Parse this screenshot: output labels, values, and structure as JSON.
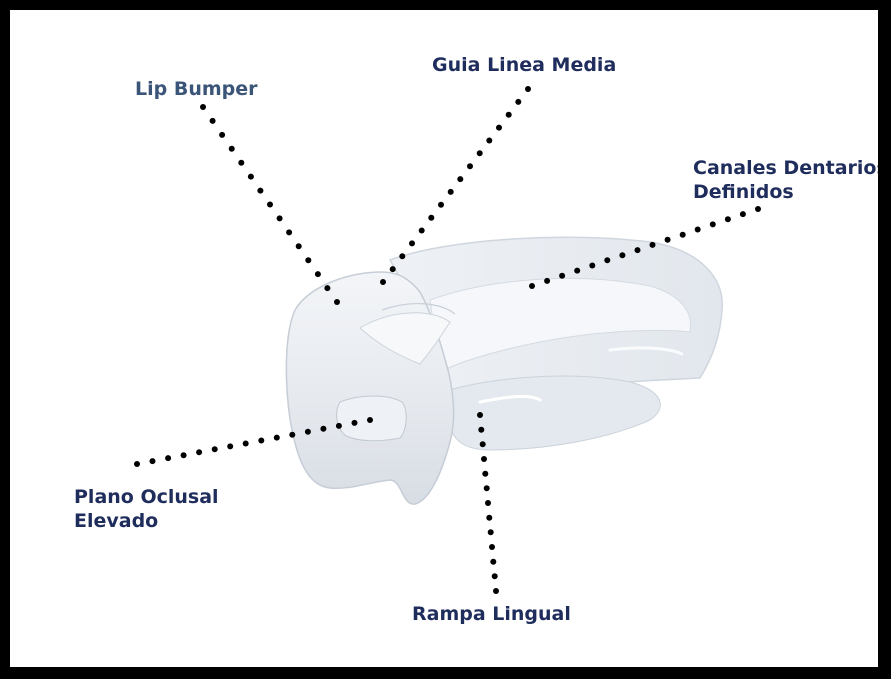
{
  "labels": {
    "lip_bumper": "Lip Bumper",
    "guia_linea_media": "Guia Linea Media",
    "canales_line1": "Canales Dentarios",
    "canales_line2": "Definidos",
    "plano_line1": "Plano Oclusal",
    "plano_line2": "Elevado",
    "rampa_lingual": "Rampa Lingual"
  },
  "colors": {
    "frame": "#000000",
    "background": "#ffffff",
    "label_text": "#1f2d5c",
    "lip_bumper_text": "#3b5579",
    "dots": "#000000",
    "appliance_body": "#e9edf2",
    "appliance_edge": "#c9d0d8",
    "appliance_shadow": "#d3d9e0"
  }
}
